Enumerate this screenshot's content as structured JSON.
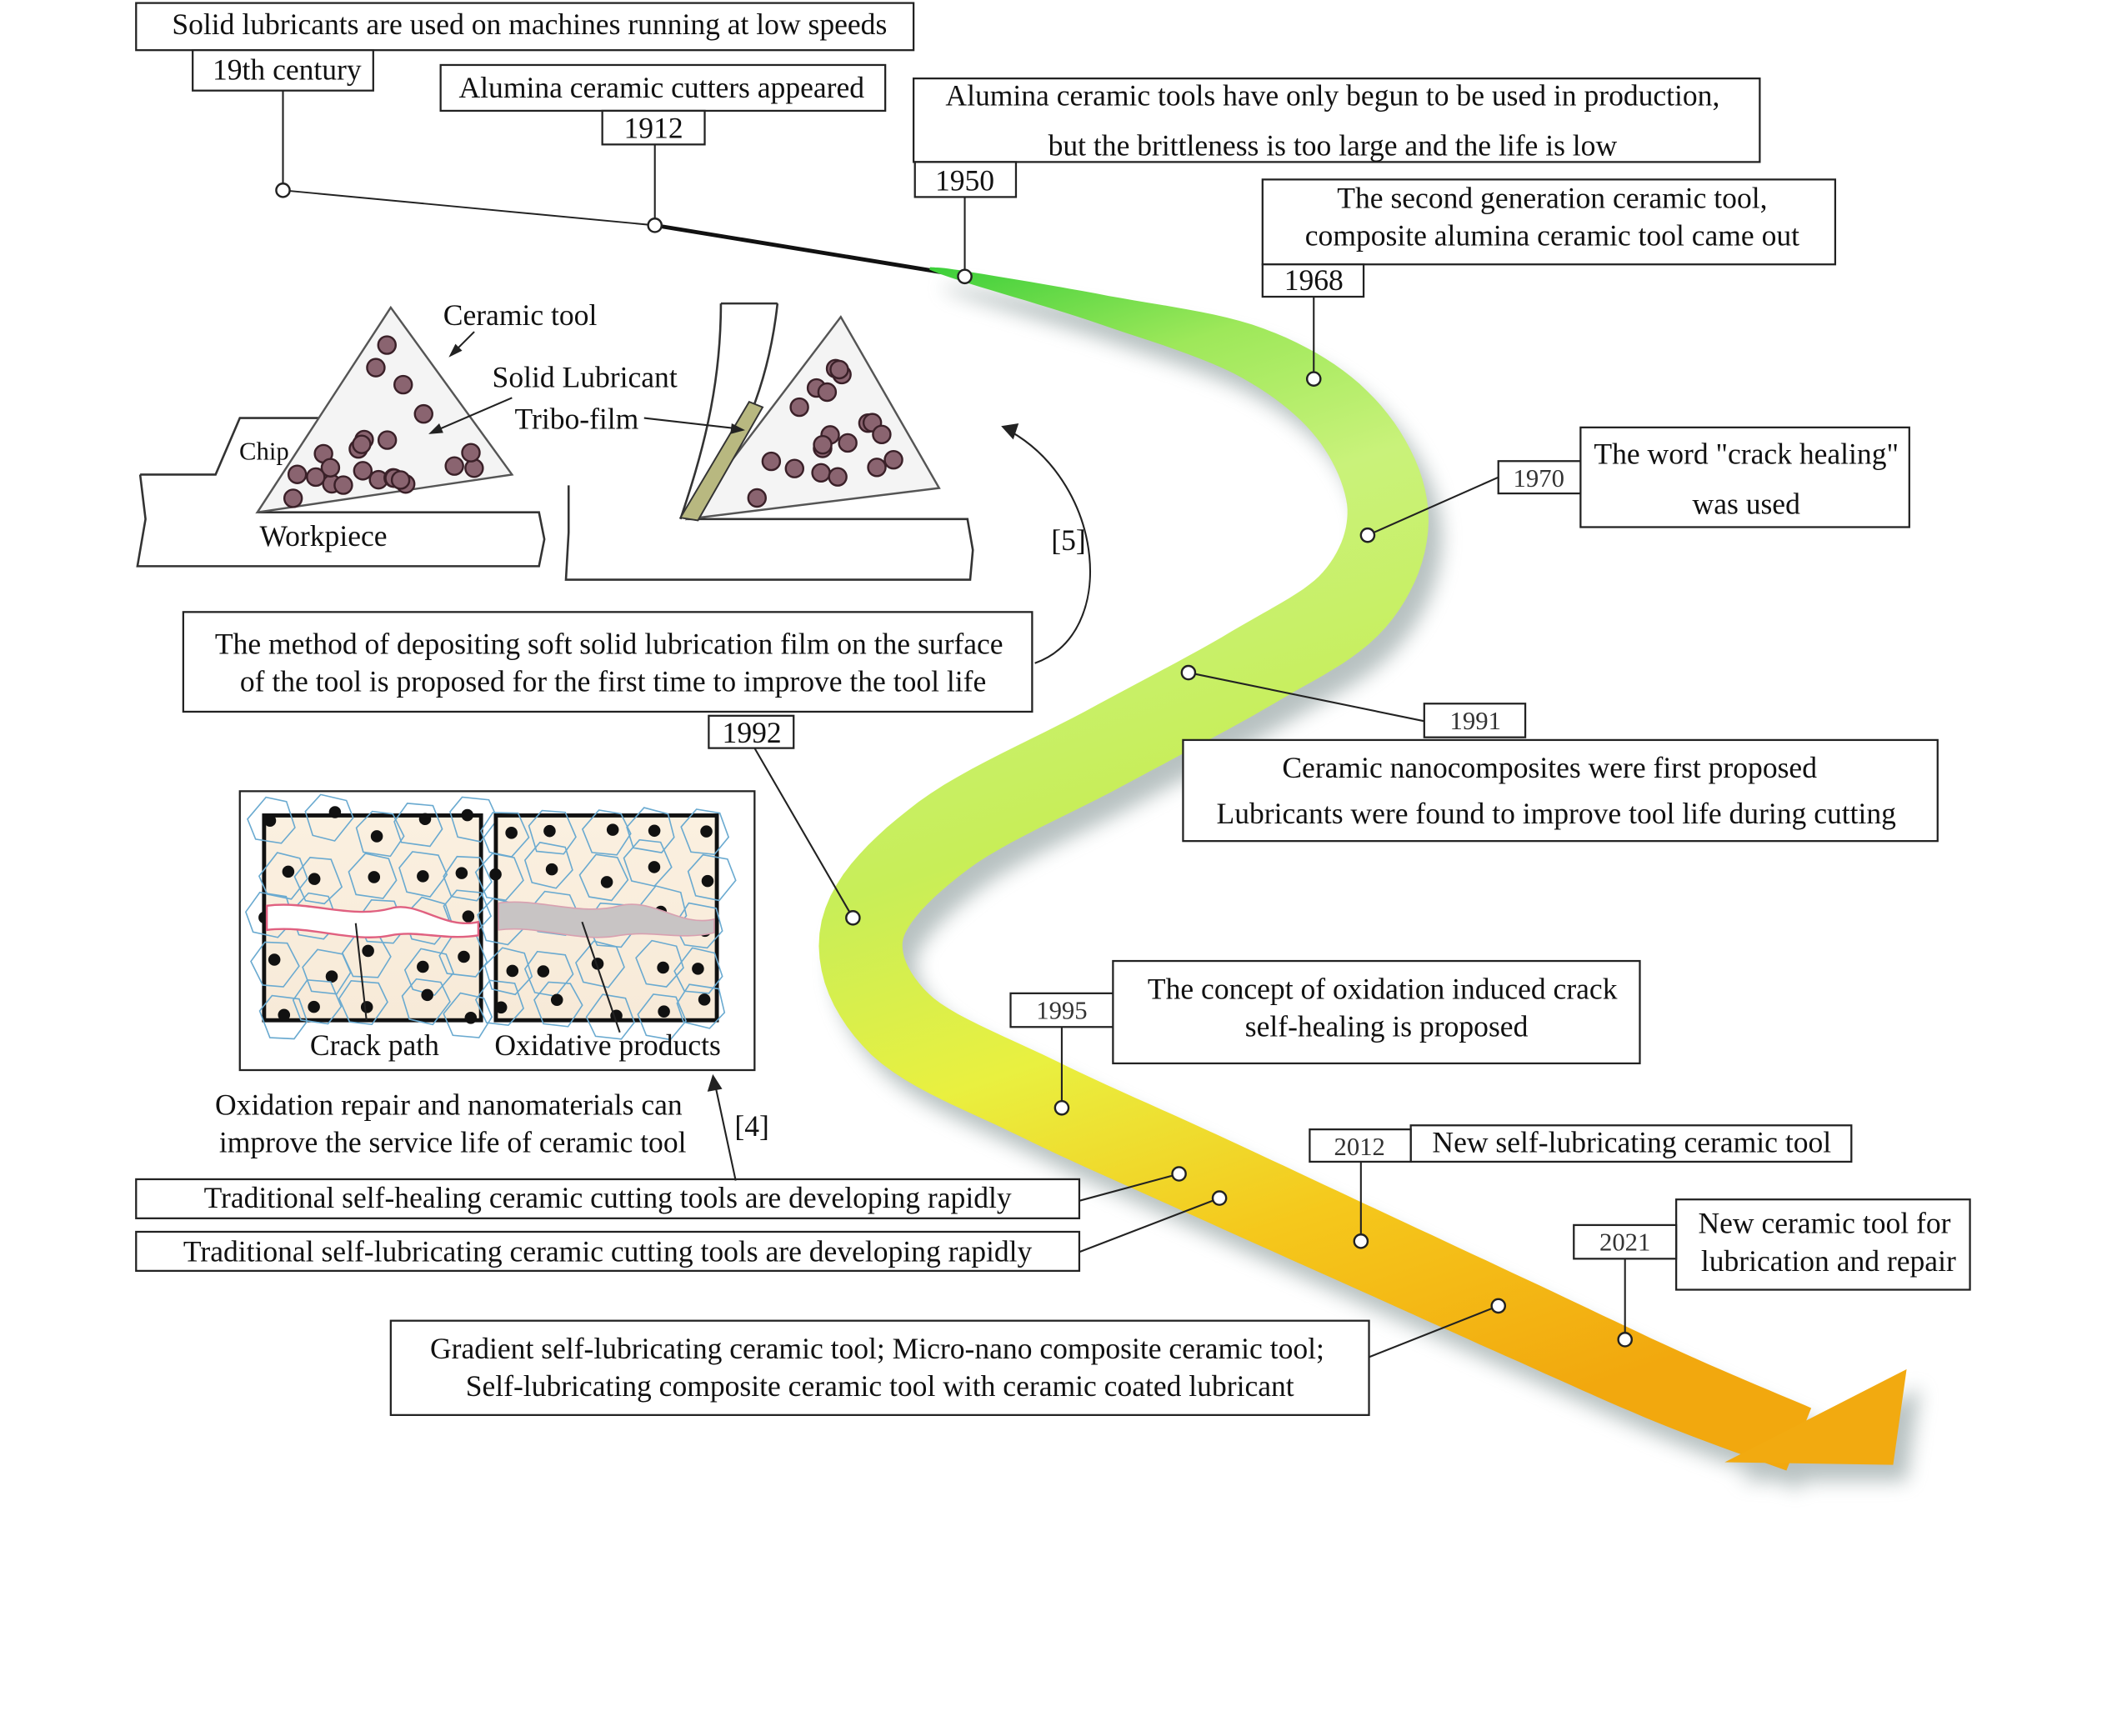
{
  "title": "Development timeline of self-lubricating and self-healing ceramic cutting tools",
  "colors": {
    "ribbon_start": "#3ccf3a",
    "ribbon_light": "#c9f27a",
    "ribbon_mid": "#e9f040",
    "ribbon_end": "#f2a80e",
    "shadow": "#8a9a9a"
  },
  "events": [
    {
      "year": "19th century",
      "lines": [
        "Solid lubricants are used on machines running at low speeds"
      ]
    },
    {
      "year": "1912",
      "lines": [
        "Alumina ceramic cutters appeared"
      ]
    },
    {
      "year": "1950",
      "lines": [
        "Alumina ceramic tools have only begun to be used in production,",
        "but the brittleness is too large and the life is low"
      ]
    },
    {
      "year": "1968",
      "lines": [
        "The second generation ceramic tool,",
        "composite alumina ceramic tool came out"
      ]
    },
    {
      "year": "1970",
      "lines": [
        "The word \"crack healing\"",
        "was used"
      ]
    },
    {
      "year": "1991",
      "lines": [
        "Ceramic nanocomposites were first proposed",
        "Lubricants were found to improve tool life during cutting"
      ]
    },
    {
      "year": "1992",
      "lines": [
        "The method of depositing soft solid lubrication film on the surface",
        "of the tool is proposed for the first time to improve the tool life"
      ]
    },
    {
      "year": "1995",
      "lines": [
        "The concept of oxidation induced crack",
        "self-healing is proposed"
      ]
    },
    {
      "year": "",
      "lines": [
        "Traditional self-healing ceramic cutting tools are developing rapidly"
      ]
    },
    {
      "year": "",
      "lines": [
        "Traditional self-lubricating ceramic cutting tools are developing rapidly"
      ]
    },
    {
      "year": "2012",
      "lines": [
        "New self-lubricating ceramic tool"
      ]
    },
    {
      "year": "",
      "lines": [
        "Gradient self-lubricating ceramic tool; Micro-nano composite ceramic tool;",
        "Self-lubricating composite ceramic tool with ceramic coated lubricant"
      ]
    },
    {
      "year": "2021",
      "lines": [
        "New ceramic tool for",
        "lubrication and repair"
      ]
    }
  ],
  "tool_illustration": {
    "ceramic_tool": "Ceramic tool",
    "solid_lubricant": "Solid Lubricant",
    "tribo_film": "Tribo-film",
    "chip": "Chip",
    "workpiece": "Workpiece",
    "reference": "[5]"
  },
  "crack_illustration": {
    "crack_path": "Crack path",
    "oxidative_products": "Oxidative products",
    "caption_lines": [
      "Oxidation repair and nanomaterials can",
      "improve the service life of ceramic tool"
    ],
    "reference": "[4]"
  }
}
